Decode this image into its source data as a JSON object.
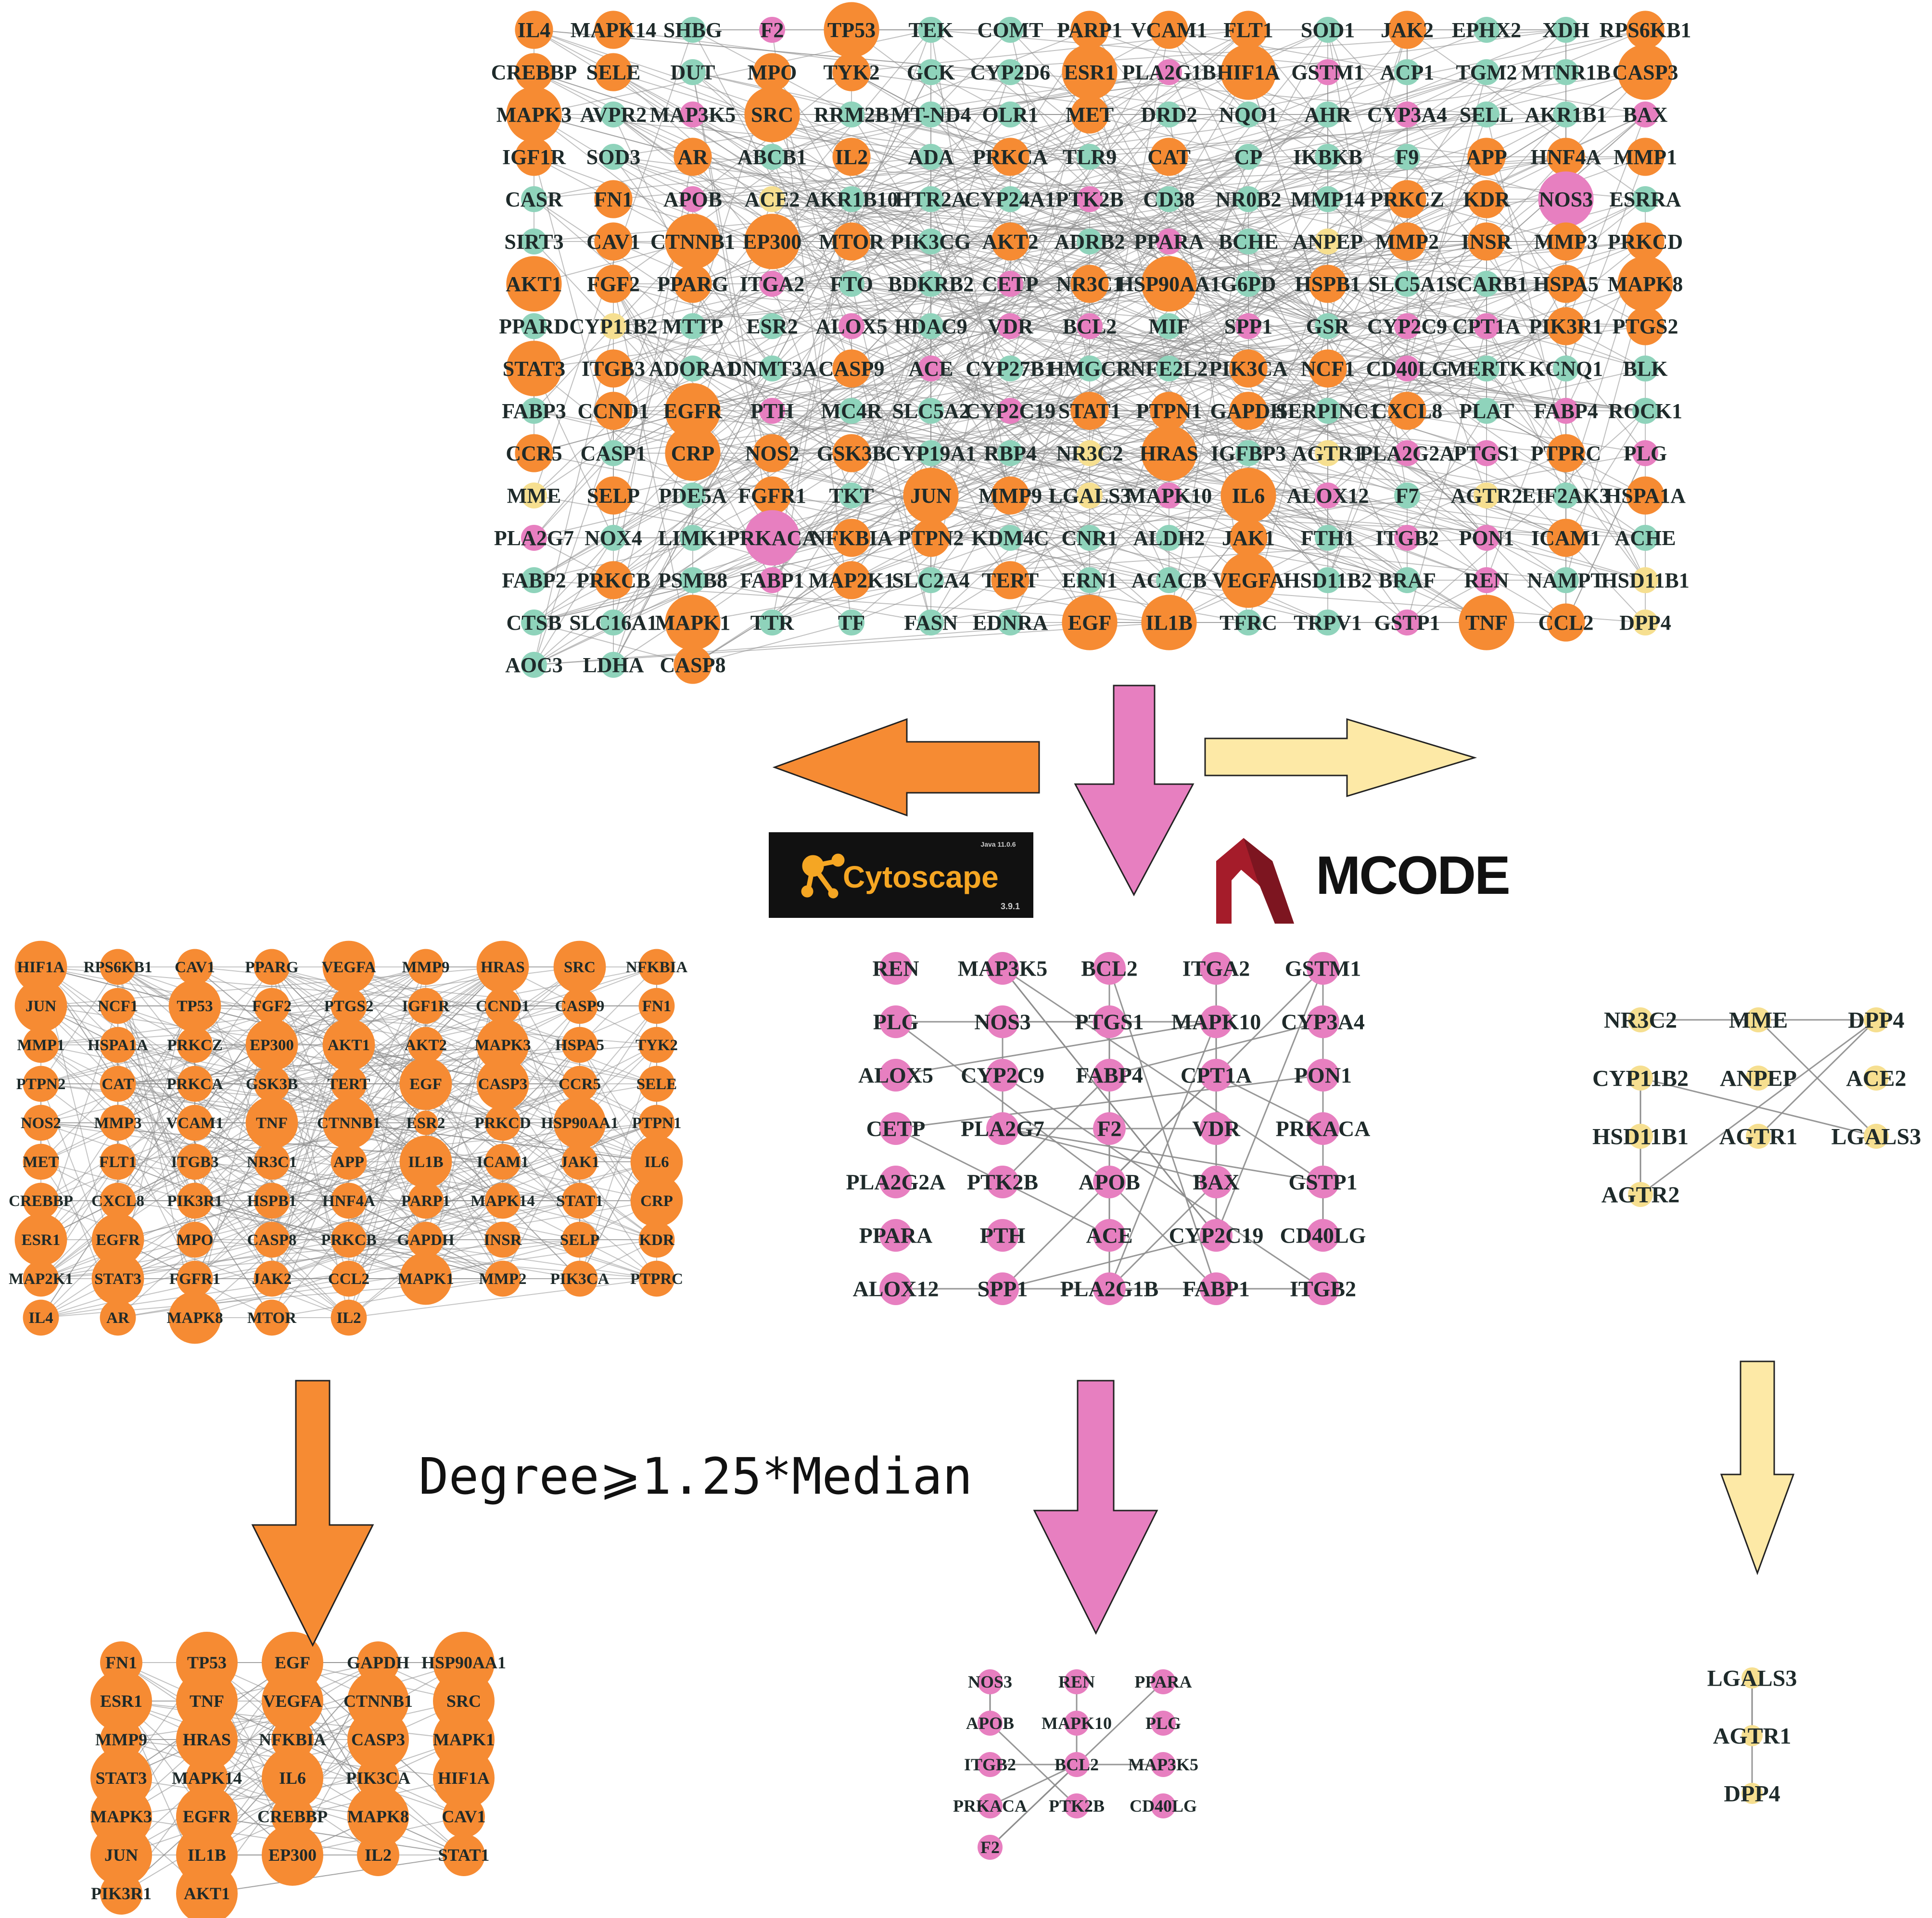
{
  "colors": {
    "hub": "#f68b33",
    "mcode1": "#e77fc0",
    "mcode2": "#f6df90",
    "other": "#8fd3bb",
    "edge": "#8c8c8c",
    "yellow_arrow": "#fde9a6"
  },
  "networks": {
    "top": {
      "rows": [
        [
          "IL4",
          "MAPK14",
          "SHBG",
          "F2",
          "TP53",
          "TEK",
          "COMT",
          "PARP1",
          "VCAM1",
          "FLT1",
          "SOD1",
          "JAK2",
          "EPHX2",
          "XDH",
          "RPS6KB1"
        ],
        [
          "CREBBP",
          "SELE",
          "DUT",
          "MPO",
          "TYK2",
          "GCK",
          "CYP2D6",
          "ESR1",
          "PLA2G1B",
          "HIF1A",
          "GSTM1",
          "ACP1",
          "TGM2",
          "MTNR1B",
          "CASP3"
        ],
        [
          "MAPK3",
          "AVPR2",
          "MAP3K5",
          "SRC",
          "RRM2B",
          "MT-ND4",
          "OLR1",
          "MET",
          "DRD2",
          "NQO1",
          "AHR",
          "CYP3A4",
          "SELL",
          "AKR1B1",
          "BAX"
        ],
        [
          "IGF1R",
          "SOD3",
          "AR",
          "ABCB1",
          "IL2",
          "ADA",
          "PRKCA",
          "TLR9",
          "CAT",
          "CP",
          "IKBKB",
          "F9",
          "APP",
          "HNF4A",
          "MMP1"
        ],
        [
          "CASR",
          "FN1",
          "APOB",
          "ACE2",
          "AKR1B10",
          "HTR2A",
          "CYP24A1",
          "PTK2B",
          "CD38",
          "NR0B2",
          "MMP14",
          "PRKCZ",
          "KDR",
          "NOS3",
          "ESRRA"
        ],
        [
          "SIRT3",
          "CAV1",
          "CTNNB1",
          "EP300",
          "MTOR",
          "PIK3CG",
          "AKT2",
          "ADRB2",
          "PPARA",
          "BCHE",
          "ANPEP",
          "MMP2",
          "INSR",
          "MMP3",
          "PRKCD"
        ],
        [
          "AKT1",
          "FGF2",
          "PPARG",
          "ITGA2",
          "FTO",
          "BDKRB2",
          "CETP",
          "NR3C1",
          "HSP90AA1",
          "G6PD",
          "HSPB1",
          "SLC5A1",
          "SCARB1",
          "HSPA5",
          "MAPK8"
        ],
        [
          "PPARD",
          "CYP11B2",
          "MTTP",
          "ESR2",
          "ALOX5",
          "HDAC9",
          "VDR",
          "BCL2",
          "MIF",
          "SPP1",
          "GSR",
          "CYP2C9",
          "CPT1A",
          "PIK3R1",
          "PTGS2"
        ],
        [
          "STAT3",
          "ITGB3",
          "ADORA1",
          "DNMT3A",
          "CASP9",
          "ACE",
          "CYP27B1",
          "HMGCR",
          "NFE2L2",
          "PIK3CA",
          "NCF1",
          "CD40LG",
          "MERTK",
          "KCNQ1",
          "BLK"
        ],
        [
          "FABP3",
          "CCND1",
          "EGFR",
          "PTH",
          "MC4R",
          "SLC5A2",
          "CYP2C19",
          "STAT1",
          "PTPN1",
          "GAPDH",
          "SERPINC1",
          "CXCL8",
          "PLAT",
          "FABP4",
          "ROCK1"
        ],
        [
          "CCR5",
          "CASP1",
          "CRP",
          "NOS2",
          "GSK3B",
          "CYP19A1",
          "RBP4",
          "NR3C2",
          "HRAS",
          "IGFBP3",
          "AGTR1",
          "PLA2G2A",
          "PTGS1",
          "PTPRC",
          "PLG"
        ],
        [
          "MME",
          "SELP",
          "PDE5A",
          "FGFR1",
          "TKT",
          "JUN",
          "MMP9",
          "LGALS3",
          "MAPK10",
          "IL6",
          "ALOX12",
          "F7",
          "AGTR2",
          "EIF2AK3",
          "HSPA1A"
        ],
        [
          "PLA2G7",
          "NOX4",
          "LIMK1",
          "PRKACA",
          "NFKBIA",
          "PTPN2",
          "KDM4C",
          "CNR1",
          "ALDH2",
          "JAK1",
          "FTH1",
          "ITGB2",
          "PON1",
          "ICAM1",
          "ACHE"
        ],
        [
          "FABP2",
          "PRKCB",
          "PSMB8",
          "FABP1",
          "MAP2K1",
          "SLC2A4",
          "TERT",
          "ERN1",
          "ACACB",
          "VEGFA",
          "HSD11B2",
          "BRAF",
          "REN",
          "NAMPT",
          "HSD11B1"
        ],
        [
          "CTSB",
          "SLC16A1",
          "MAPK1",
          "TTR",
          "TF",
          "FASN",
          "EDNRA",
          "EGF",
          "IL1B",
          "TFRC",
          "TRPV1",
          "GSTP1",
          "TNF",
          "CCL2",
          "DPP4"
        ],
        [
          "AOC3",
          "LDHA",
          "CASP8"
        ]
      ]
    },
    "mid_hub": {
      "rows": [
        [
          "HIF1A",
          "RPS6KB1",
          "CAV1",
          "PPARG",
          "VEGFA",
          "MMP9",
          "HRAS",
          "SRC",
          "NFKBIA"
        ],
        [
          "JUN",
          "NCF1",
          "TP53",
          "FGF2",
          "PTGS2",
          "IGF1R",
          "CCND1",
          "CASP9",
          "FN1"
        ],
        [
          "MMP1",
          "HSPA1A",
          "PRKCZ",
          "EP300",
          "AKT1",
          "AKT2",
          "MAPK3",
          "HSPA5",
          "TYK2"
        ],
        [
          "PTPN2",
          "CAT",
          "PRKCA",
          "GSK3B",
          "TERT",
          "EGF",
          "CASP3",
          "CCR5",
          "SELE"
        ],
        [
          "NOS2",
          "MMP3",
          "VCAM1",
          "TNF",
          "CTNNB1",
          "ESR2",
          "PRKCD",
          "HSP90AA1",
          "PTPN1"
        ],
        [
          "MET",
          "FLT1",
          "ITGB3",
          "NR3C1",
          "APP",
          "IL1B",
          "ICAM1",
          "JAK1",
          "IL6"
        ],
        [
          "CREBBP",
          "CXCL8",
          "PIK3R1",
          "HSPB1",
          "HNF4A",
          "PARP1",
          "MAPK14",
          "STAT1",
          "CRP"
        ],
        [
          "ESR1",
          "EGFR",
          "MPO",
          "CASP8",
          "PRKCB",
          "GAPDH",
          "INSR",
          "SELP",
          "KDR"
        ],
        [
          "MAP2K1",
          "STAT3",
          "FGFR1",
          "JAK2",
          "CCL2",
          "MAPK1",
          "MMP2",
          "PIK3CA",
          "PTPRC"
        ],
        [
          "IL4",
          "AR",
          "MAPK8",
          "MTOR",
          "IL2"
        ]
      ]
    },
    "mid_pink": {
      "rows": [
        [
          "REN",
          "MAP3K5",
          "BCL2",
          "ITGA2",
          "GSTM1"
        ],
        [
          "PLG",
          "NOS3",
          "PTGS1",
          "MAPK10",
          "CYP3A4"
        ],
        [
          "ALOX5",
          "CYP2C9",
          "FABP4",
          "CPT1A",
          "PON1"
        ],
        [
          "CETP",
          "PLA2G7",
          "F2",
          "VDR",
          "PRKACA"
        ],
        [
          "PLA2G2A",
          "PTK2B",
          "APOB",
          "BAX",
          "GSTP1"
        ],
        [
          "PPARA",
          "PTH",
          "ACE",
          "CYP2C19",
          "CD40LG"
        ],
        [
          "ALOX12",
          "SPP1",
          "PLA2G1B",
          "FABP1",
          "ITGB2"
        ]
      ]
    },
    "mid_yellow": {
      "rows": [
        [
          "NR3C2",
          "MME",
          "DPP4"
        ],
        [
          "CYP11B2",
          "ANPEP",
          "ACE2"
        ],
        [
          "HSD11B1",
          "AGTR1",
          "LGALS3"
        ],
        [
          "AGTR2"
        ]
      ]
    },
    "bottom_hub": {
      "rows": [
        [
          "FN1",
          "TP53",
          "EGF",
          "GAPDH",
          "HSP90AA1"
        ],
        [
          "ESR1",
          "TNF",
          "VEGFA",
          "CTNNB1",
          "SRC"
        ],
        [
          "MMP9",
          "HRAS",
          "NFKBIA",
          "CASP3",
          "MAPK1"
        ],
        [
          "STAT3",
          "MAPK14",
          "IL6",
          "PIK3CA",
          "HIF1A"
        ],
        [
          "MAPK3",
          "EGFR",
          "CREBBP",
          "MAPK8",
          "CAV1"
        ],
        [
          "JUN",
          "IL1B",
          "EP300",
          "IL2",
          "STAT1"
        ],
        [
          "PIK3R1",
          "AKT1"
        ]
      ]
    },
    "bottom_pink": {
      "rows": [
        [
          "NOS3",
          "REN",
          "PPARA"
        ],
        [
          "APOB",
          "MAPK10",
          "PLG"
        ],
        [
          "ITGB2",
          "BCL2",
          "MAP3K5"
        ],
        [
          "PRKACA",
          "PTK2B",
          "CD40LG"
        ],
        [
          "F2"
        ]
      ]
    },
    "bottom_yellow": {
      "rows": [
        [
          "LGALS3"
        ],
        [
          "AGTR1"
        ],
        [
          "DPP4"
        ]
      ]
    }
  },
  "logos": {
    "cytoscape": {
      "name": "Cytoscape",
      "version": "3.9.1",
      "java": "Java 11.0.6"
    },
    "mcode": {
      "name": "MCODE"
    }
  },
  "criterion": "Degree⩾1.25*Median"
}
